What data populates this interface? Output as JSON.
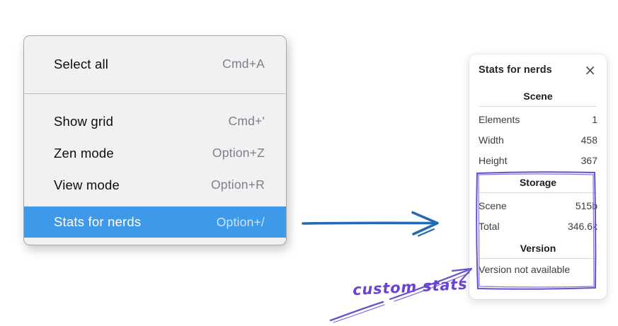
{
  "context_menu": {
    "items": [
      {
        "label": "Select all",
        "shortcut": "Cmd+A",
        "selected": false
      },
      {
        "label": "Show grid",
        "shortcut": "Cmd+'",
        "selected": false
      },
      {
        "label": "Zen mode",
        "shortcut": "Option+Z",
        "selected": false
      },
      {
        "label": "View mode",
        "shortcut": "Option+R",
        "selected": false
      },
      {
        "label": "Stats for nerds",
        "shortcut": "Option+/",
        "selected": true
      }
    ],
    "colors": {
      "highlight": "#3e9ae8",
      "background": "#f1f1f3"
    }
  },
  "stats_panel": {
    "title": "Stats for nerds",
    "icons": {
      "close": "×"
    },
    "sections": [
      {
        "header": "Scene",
        "rows": [
          {
            "label": "Elements",
            "value": "1"
          },
          {
            "label": "Width",
            "value": "458"
          },
          {
            "label": "Height",
            "value": "367"
          }
        ]
      },
      {
        "header": "Storage",
        "rows": [
          {
            "label": "Scene",
            "value": "515b"
          },
          {
            "label": "Total",
            "value": "346.6k"
          }
        ]
      },
      {
        "header": "Version",
        "rows": [],
        "note": "Version not available"
      }
    ]
  },
  "annotation": {
    "label": "custom stats",
    "colors": {
      "ink": "#6b4bd2",
      "arrow_blue": "#2569b0"
    }
  }
}
